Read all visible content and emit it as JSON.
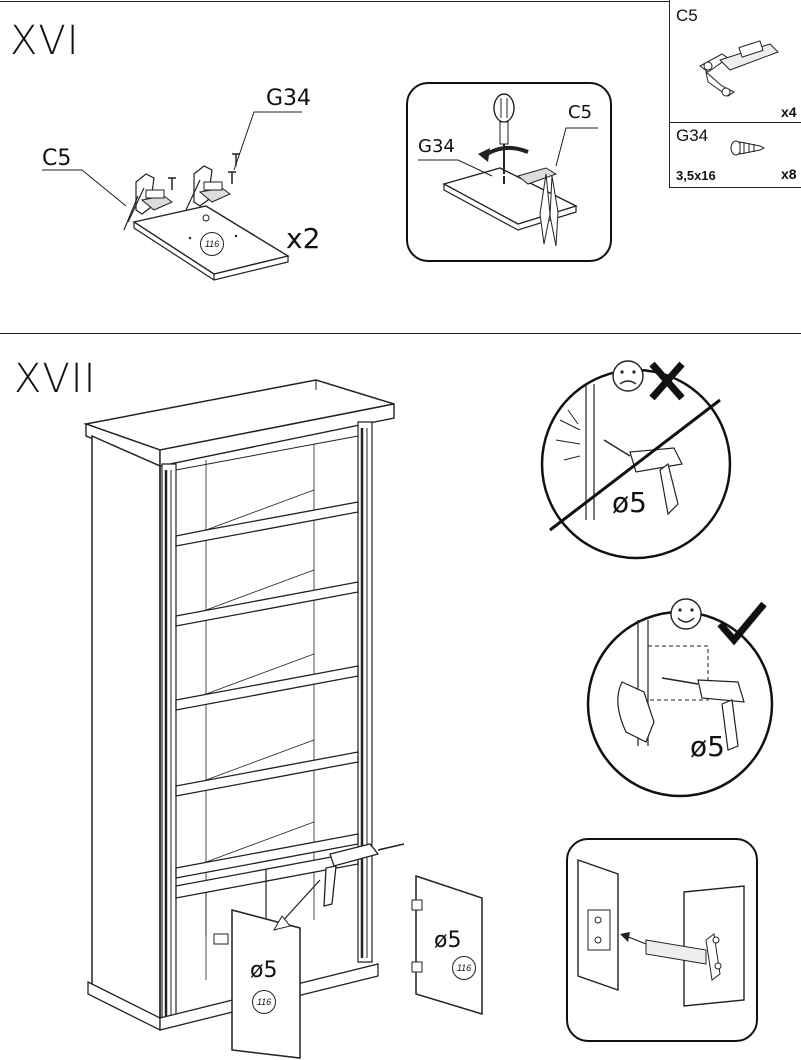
{
  "steps": {
    "step1": "XVI",
    "step2": "XVII"
  },
  "step16": {
    "callout_c5": "C5",
    "callout_g34": "G34",
    "part_number": "116",
    "multiplier": "x2",
    "detail_c5": "C5",
    "detail_g34": "G34"
  },
  "parts_list": {
    "items": [
      {
        "code": "C5",
        "qty": "x4",
        "size": ""
      },
      {
        "code": "G34",
        "qty": "x8",
        "size": "3,5x16"
      }
    ]
  },
  "step17": {
    "drill_wrong": "ø5",
    "drill_right": "ø5",
    "door_left_drill": "ø5",
    "door_left_part": "116",
    "door_right_drill": "ø5",
    "door_right_part": "116"
  },
  "icons": [
    "sad-face-icon",
    "cross-icon",
    "smile-face-icon",
    "check-icon",
    "screwdriver-icon",
    "drill-icon",
    "hinge-icon",
    "screw-icon"
  ],
  "colors": {
    "ink": "#111111",
    "paper": "#ffffff"
  }
}
